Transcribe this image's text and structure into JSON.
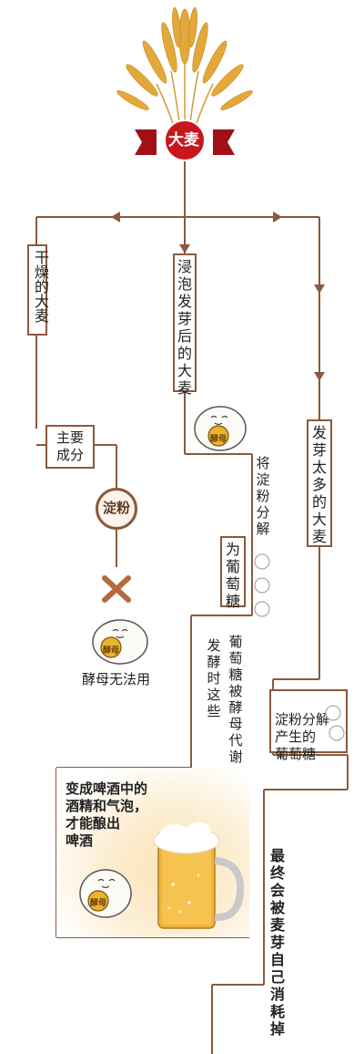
{
  "root": {
    "label": "大麦"
  },
  "left_branch": {
    "box": "干燥的大麦",
    "main_component": "主要成分",
    "starch": "淀粉",
    "result": "酵母无法用"
  },
  "middle_branch": {
    "box": "浸泡发芽后的大麦",
    "step1": "将淀粉分解",
    "step2": "为葡萄糖",
    "step3": "发酵时这些",
    "step4": "葡萄糖被酵母代谢",
    "result": "变成啤酒中的\n酒精和气泡，\n才能酿出\n啤酒"
  },
  "right_branch": {
    "box": "发芽太多的大麦",
    "step1": "淀粉分解\n产生的\n葡萄糖",
    "result": "最终会被麦芽自己消耗掉"
  },
  "yeast_tag": "酵母",
  "colors": {
    "line": "#8a5a3c",
    "banner": "#c8161d",
    "wheat": "#e3a83a"
  }
}
